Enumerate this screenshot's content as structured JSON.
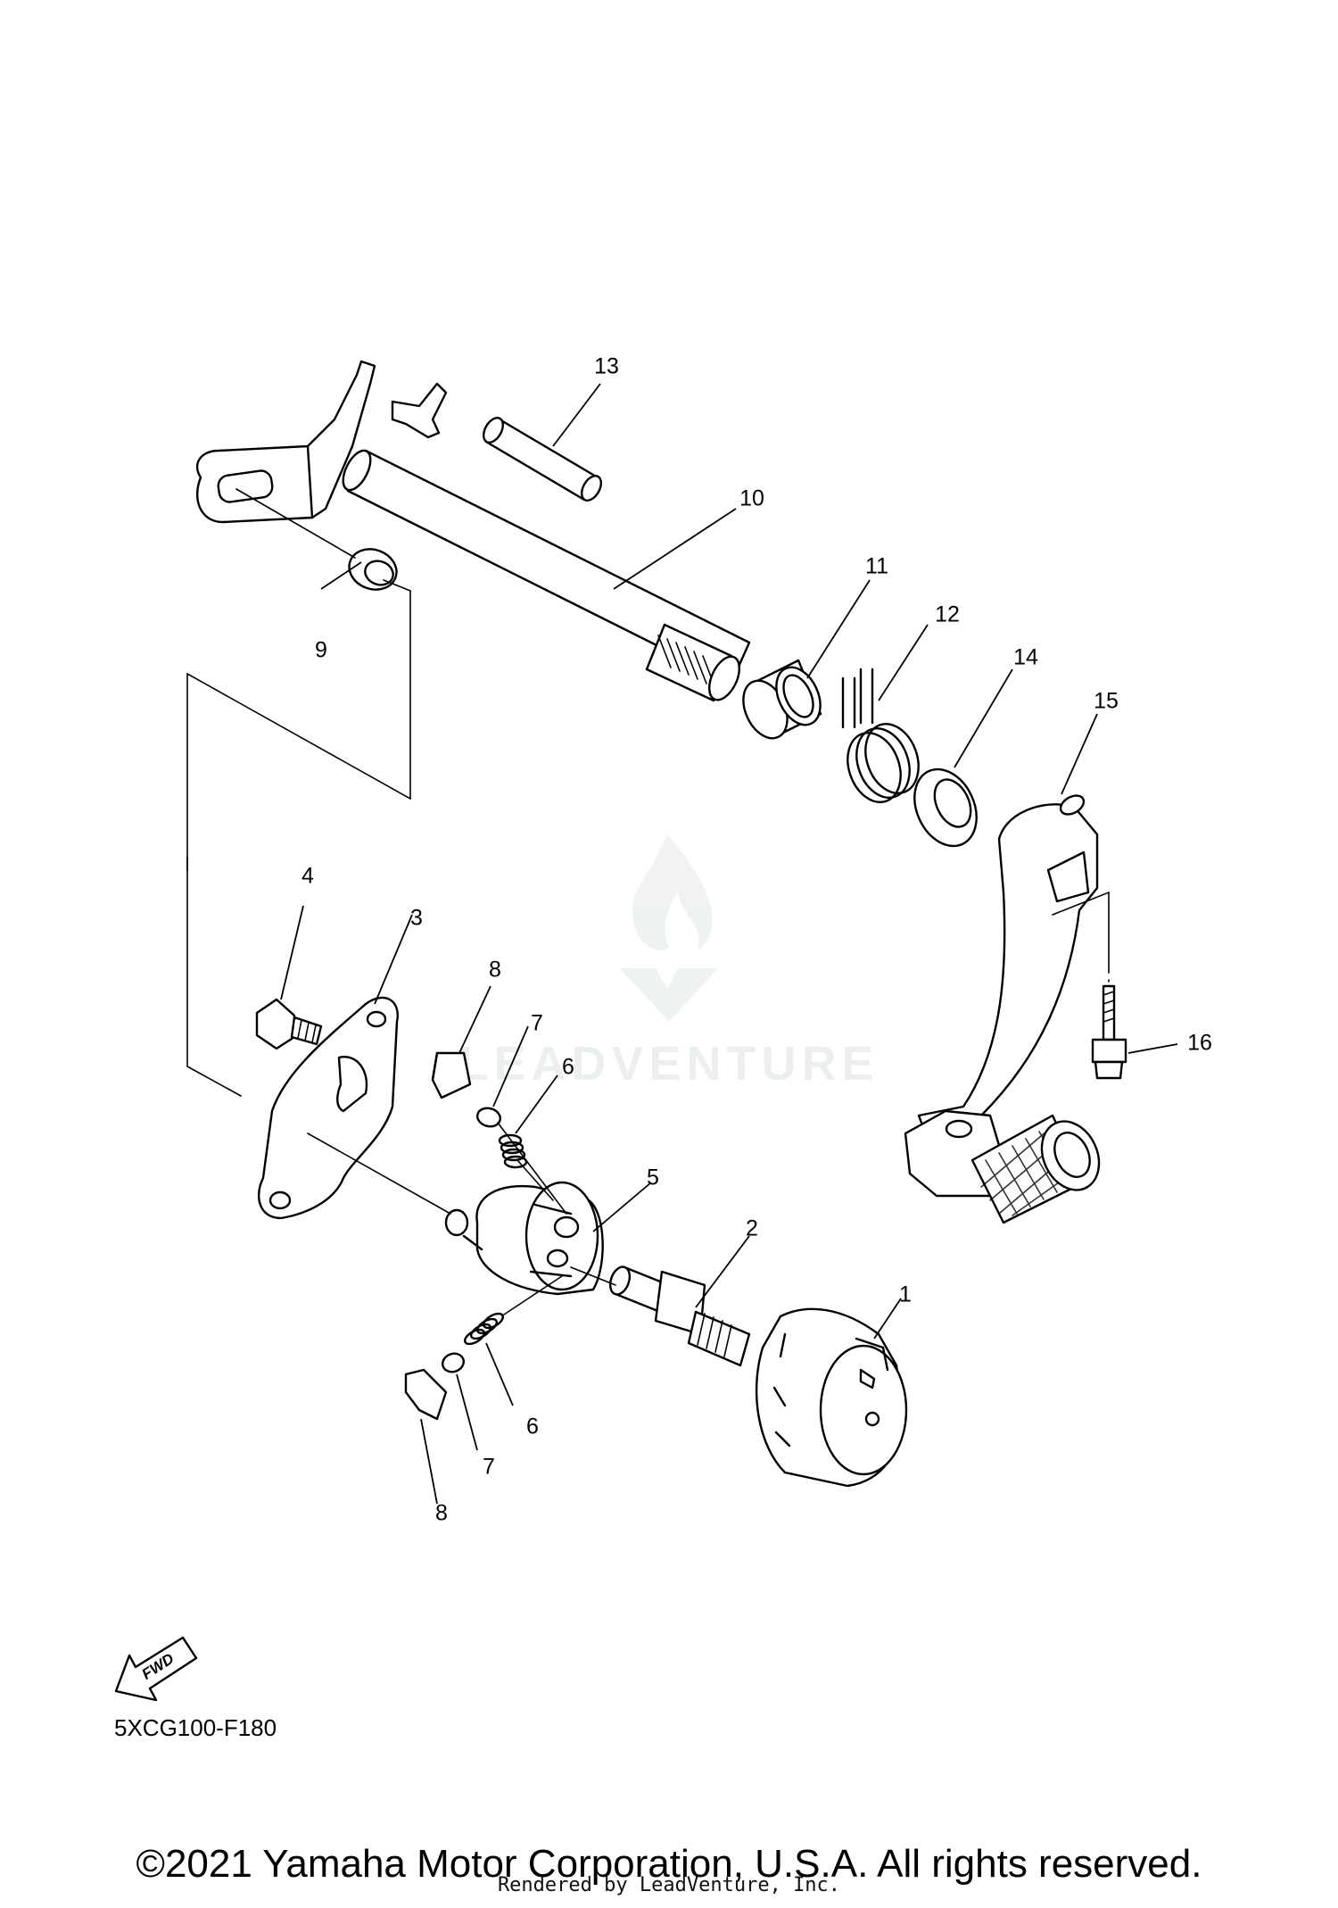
{
  "diagram": {
    "callouts": [
      {
        "id": "1",
        "label": "1"
      },
      {
        "id": "2",
        "label": "2"
      },
      {
        "id": "3",
        "label": "3"
      },
      {
        "id": "4",
        "label": "4"
      },
      {
        "id": "5",
        "label": "5"
      },
      {
        "id": "6a",
        "label": "6"
      },
      {
        "id": "6b",
        "label": "6"
      },
      {
        "id": "7a",
        "label": "7"
      },
      {
        "id": "7b",
        "label": "7"
      },
      {
        "id": "8a",
        "label": "8"
      },
      {
        "id": "8b",
        "label": "8"
      },
      {
        "id": "9",
        "label": "9"
      },
      {
        "id": "10",
        "label": "10"
      },
      {
        "id": "11",
        "label": "11"
      },
      {
        "id": "12",
        "label": "12"
      },
      {
        "id": "13",
        "label": "13"
      },
      {
        "id": "14",
        "label": "14"
      },
      {
        "id": "15",
        "label": "15"
      },
      {
        "id": "16",
        "label": "16"
      }
    ],
    "fwd_label": "FWD",
    "code": "5XCG100-F180",
    "watermark": "LEADVENTURE"
  },
  "footer": {
    "copyright": "©2021 Yamaha Motor Corporation, U.S.A. All rights reserved.",
    "rendered_by": "Rendered by LeadVenture, Inc."
  }
}
